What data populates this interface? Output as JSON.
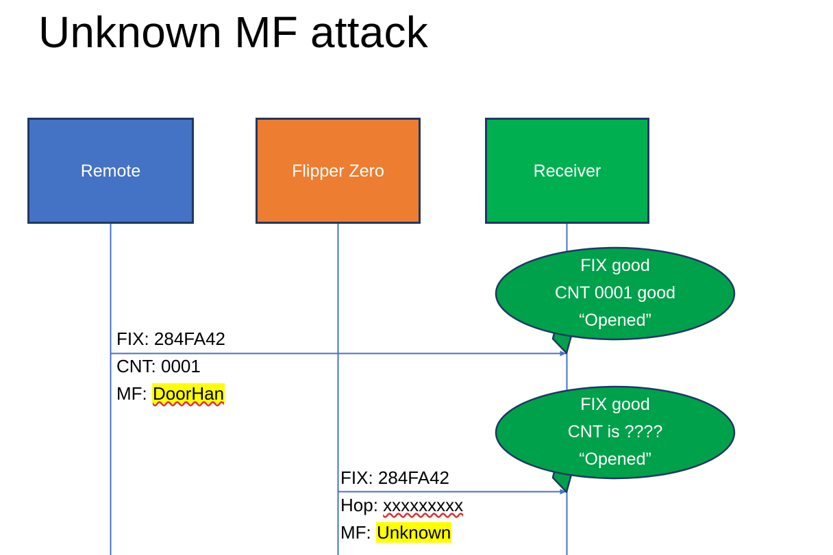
{
  "slide": {
    "title": "Unknown MF attack",
    "background": "#FFFFFF"
  },
  "colors": {
    "remote_fill": "#4472C4",
    "flipper_fill": "#ED7D31",
    "receiver_fill": "#00B050",
    "box_border": "#1F3864",
    "lifeline": "#4472C4",
    "arrow": "#4472C4",
    "callout_fill": "#00A14B",
    "callout_border": "#1F3864",
    "highlight": "#FFFF00",
    "spellcheck_underline": "#E03030",
    "text_dark": "#000000",
    "text_light": "#FFFFFF"
  },
  "actors": [
    {
      "id": "remote",
      "label": "Remote",
      "fill": "#4472C4"
    },
    {
      "id": "flipper",
      "label": "Flipper Zero",
      "fill": "#ED7D31"
    },
    {
      "id": "receiver",
      "label": "Receiver",
      "fill": "#00B050"
    }
  ],
  "messages": [
    {
      "id": "msg-1",
      "from": "remote",
      "to": "receiver",
      "lines": [
        {
          "label": "FIX: ",
          "value": "284FA42",
          "highlight": false,
          "spellcheck": false
        },
        {
          "label": "CNT: ",
          "value": "0001",
          "highlight": false,
          "spellcheck": false
        },
        {
          "label": "MF: ",
          "value": "DoorHan",
          "highlight": true,
          "spellcheck": true
        }
      ]
    },
    {
      "id": "msg-2",
      "from": "flipper",
      "to": "receiver",
      "lines": [
        {
          "label": "FIX: ",
          "value": "284FA42",
          "highlight": false,
          "spellcheck": false
        },
        {
          "label": "Hop: ",
          "value": "xxxxxxxxx",
          "highlight": false,
          "spellcheck": true
        },
        {
          "label": "MF: ",
          "value": "Unknown",
          "highlight": true,
          "spellcheck": false
        }
      ]
    }
  ],
  "callouts": [
    {
      "id": "callout-1",
      "anchor": "msg-1",
      "lines": [
        "FIX good",
        "CNT 0001 good",
        "“Opened”"
      ]
    },
    {
      "id": "callout-2",
      "anchor": "msg-2",
      "lines": [
        "FIX good",
        "CNT is ????",
        "“Opened”"
      ]
    }
  ]
}
